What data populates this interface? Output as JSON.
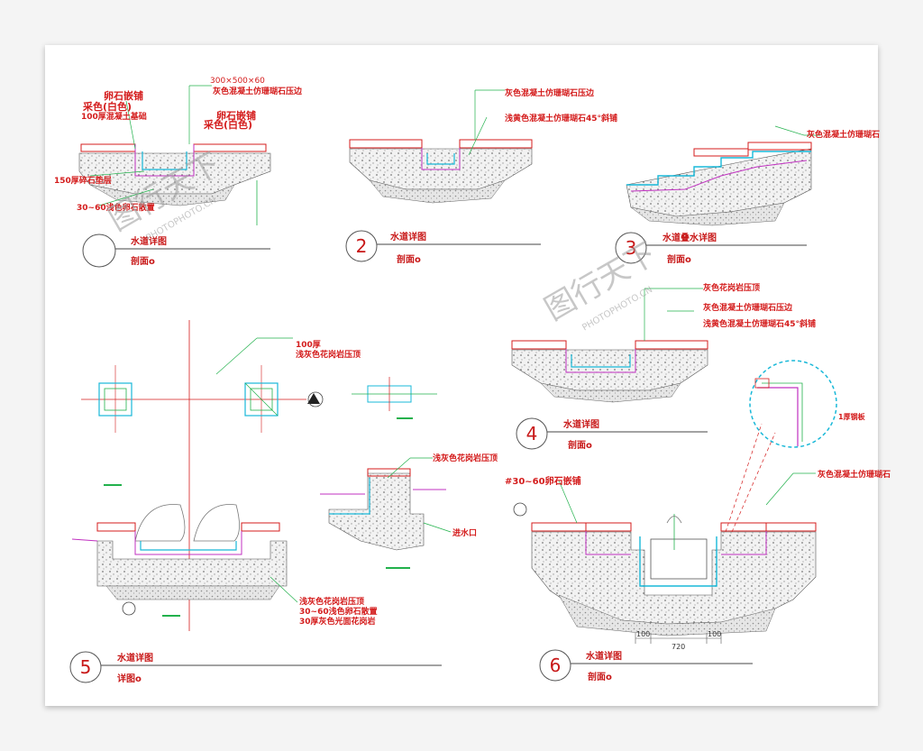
{
  "drawing": {
    "details": [
      {
        "number": "",
        "title": "水道详图",
        "subtitle": "剖面o"
      },
      {
        "number": "2",
        "title": "水道详图",
        "subtitle": "剖面o"
      },
      {
        "number": "3",
        "title": "水道叠水详图",
        "subtitle": "剖面o"
      },
      {
        "number": "4",
        "title": "水道详图",
        "subtitle": "剖面o"
      },
      {
        "number": "5",
        "title": "水道详图",
        "subtitle": "详图o"
      },
      {
        "number": "6",
        "title": "水道详图",
        "subtitle": "剖面o"
      }
    ],
    "annotations": {
      "d1": [
        "卵石嵌铺",
        "采色(白色)",
        "100厚混凝土基础",
        "灰色混凝土仿珊瑚石压边",
        "卵石嵌铺",
        "采色(白色)",
        "150厚碎石垫层",
        "30~60浅色卵石散置"
      ],
      "d2": [
        "灰色混凝土仿珊瑚石压边",
        "浅黄色混凝土仿珊瑚石45°斜铺"
      ],
      "d3": [
        "灰色混凝土仿珊瑚石"
      ],
      "d4": [
        "灰色花岗岩压顶",
        "灰色混凝土仿珊瑚石压边",
        "浅黄色混凝土仿珊瑚石45°斜铺"
      ],
      "d5": [
        "100厚",
        "浅灰色花岗岩压顶",
        "浅灰色花岗岩压顶",
        "进水口",
        "浅灰色花岗岩压顶",
        "30~60浅色卵石散置",
        "30厚灰色光面花岗岩"
      ],
      "d6": [
        "#30~60卵石嵌铺",
        "灰色混凝土仿珊瑚石",
        "1厚钢板"
      ]
    },
    "dimensions": {
      "d6_left": "100",
      "d6_mid": "720",
      "d6_right": "100",
      "size_note": "300×500×60"
    },
    "watermark": {
      "brand": "图行天下",
      "site": "PHOTOPHOTO.CN"
    }
  },
  "colors": {
    "red": "#d41c1c",
    "green": "#22b14c",
    "cyan": "#18b8d8",
    "magenta": "#c030c0",
    "ground": "#cfcfcf"
  }
}
